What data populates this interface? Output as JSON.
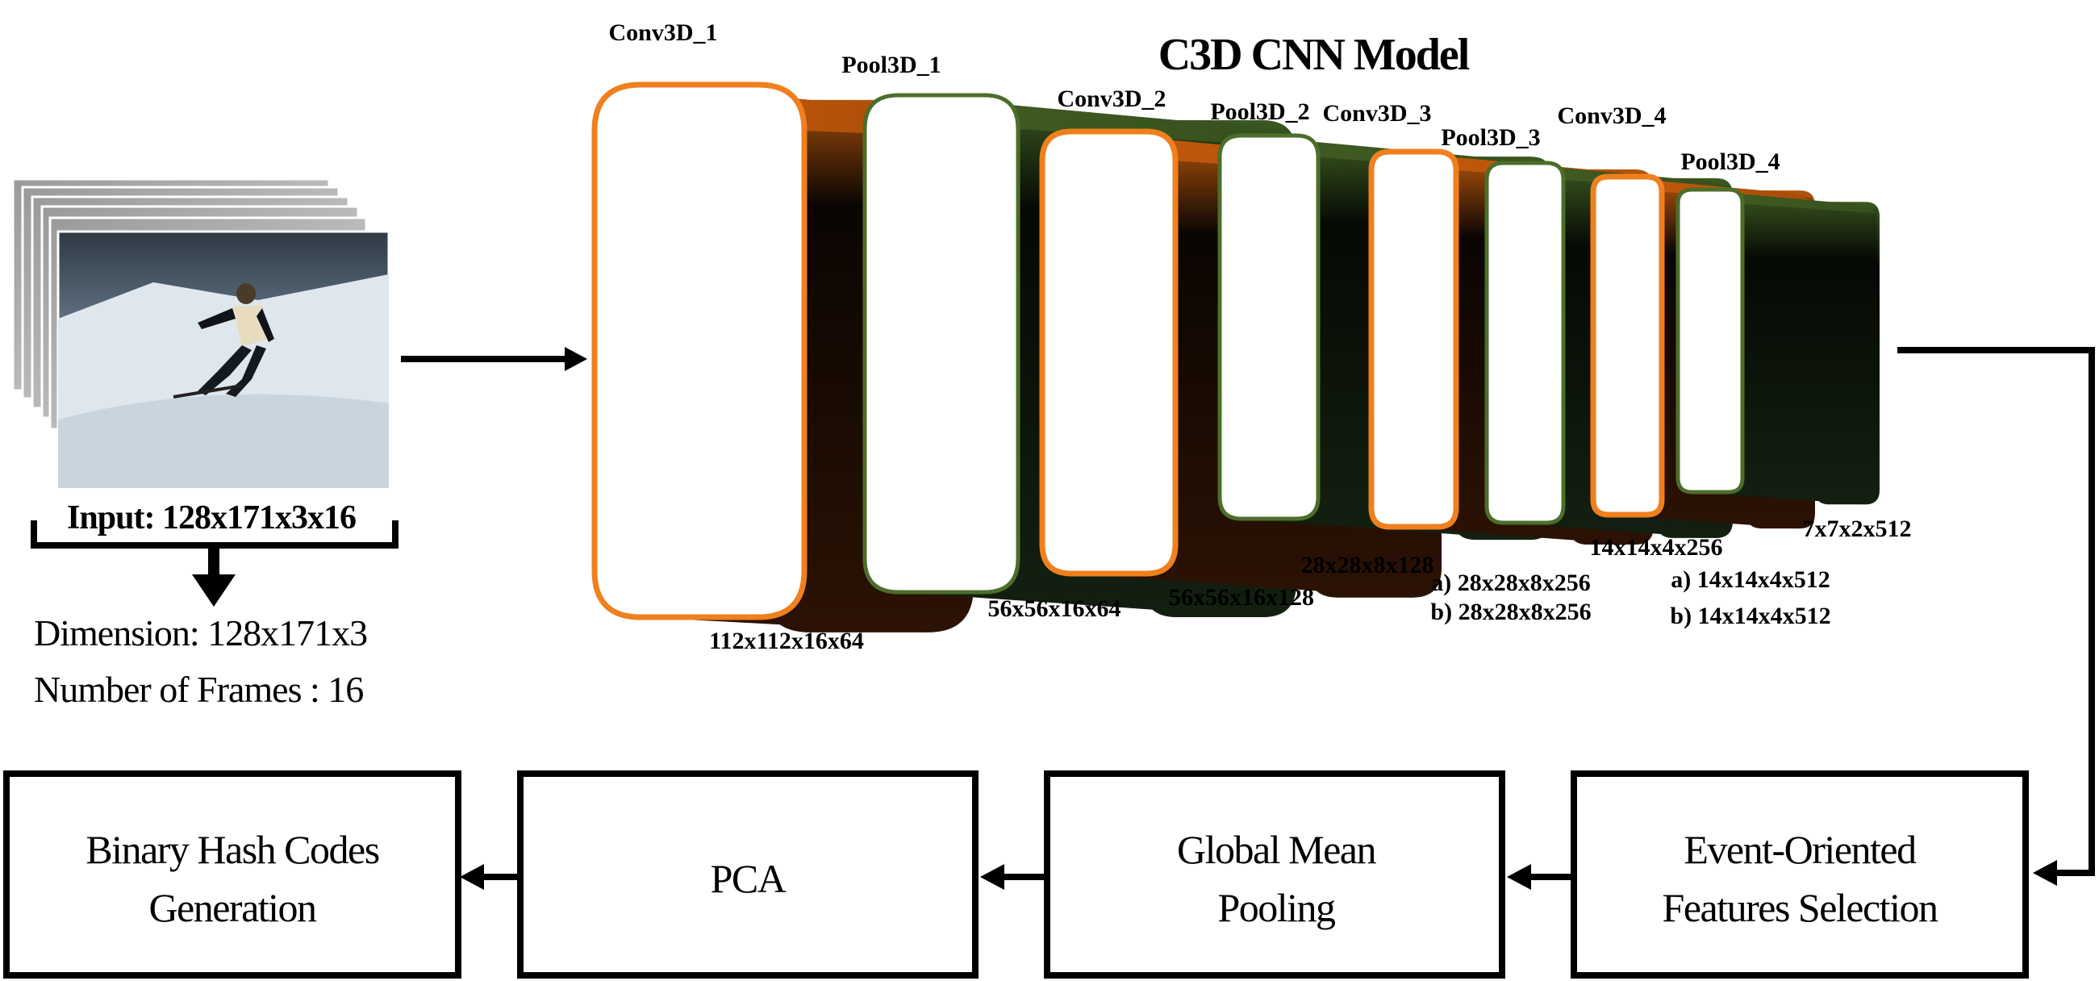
{
  "title": "C3D CNN Model",
  "input": {
    "label": "Input: 128x171x3x16",
    "dimension": "Dimension: 128x171x3",
    "frames": "Number of Frames : 16"
  },
  "layers": [
    {
      "name": "Conv3D_1",
      "type": "conv",
      "size_label": "112x112x16x64"
    },
    {
      "name": "Pool3D_1",
      "type": "pool",
      "size_label": "56x56x16x64"
    },
    {
      "name": "Conv3D_2",
      "type": "conv",
      "size_label": "56x56x16x128"
    },
    {
      "name": "Pool3D_2",
      "type": "pool",
      "size_label": "28x28x8x128"
    },
    {
      "name": "Conv3D_3",
      "type": "conv",
      "size_label": "a) 28x28x8x256",
      "size_label_2": "b) 28x28x8x256"
    },
    {
      "name": "Pool3D_3",
      "type": "pool",
      "size_label": "14x14x4x256"
    },
    {
      "name": "Conv3D_4",
      "type": "conv",
      "size_label": "a) 14x14x4x512",
      "size_label_2": "b) 14x14x4x512"
    },
    {
      "name": "Pool3D_4",
      "type": "pool",
      "size_label": "7x7x2x512"
    }
  ],
  "pipeline": {
    "event": [
      "Event-Oriented",
      "Features Selection"
    ],
    "pooling": [
      "Global Mean",
      "Pooling"
    ],
    "pca": "PCA",
    "hash": [
      "Binary Hash Codes",
      "Generation"
    ]
  },
  "colors": {
    "conv_outline": "#f07f1e",
    "conv_top": "#c45a0c",
    "conv_side": "#2a1204",
    "pool_outline": "#4c6e2a",
    "pool_top": "#3e5a22",
    "pool_side": "#0f1a08",
    "stroke": "#000000"
  }
}
